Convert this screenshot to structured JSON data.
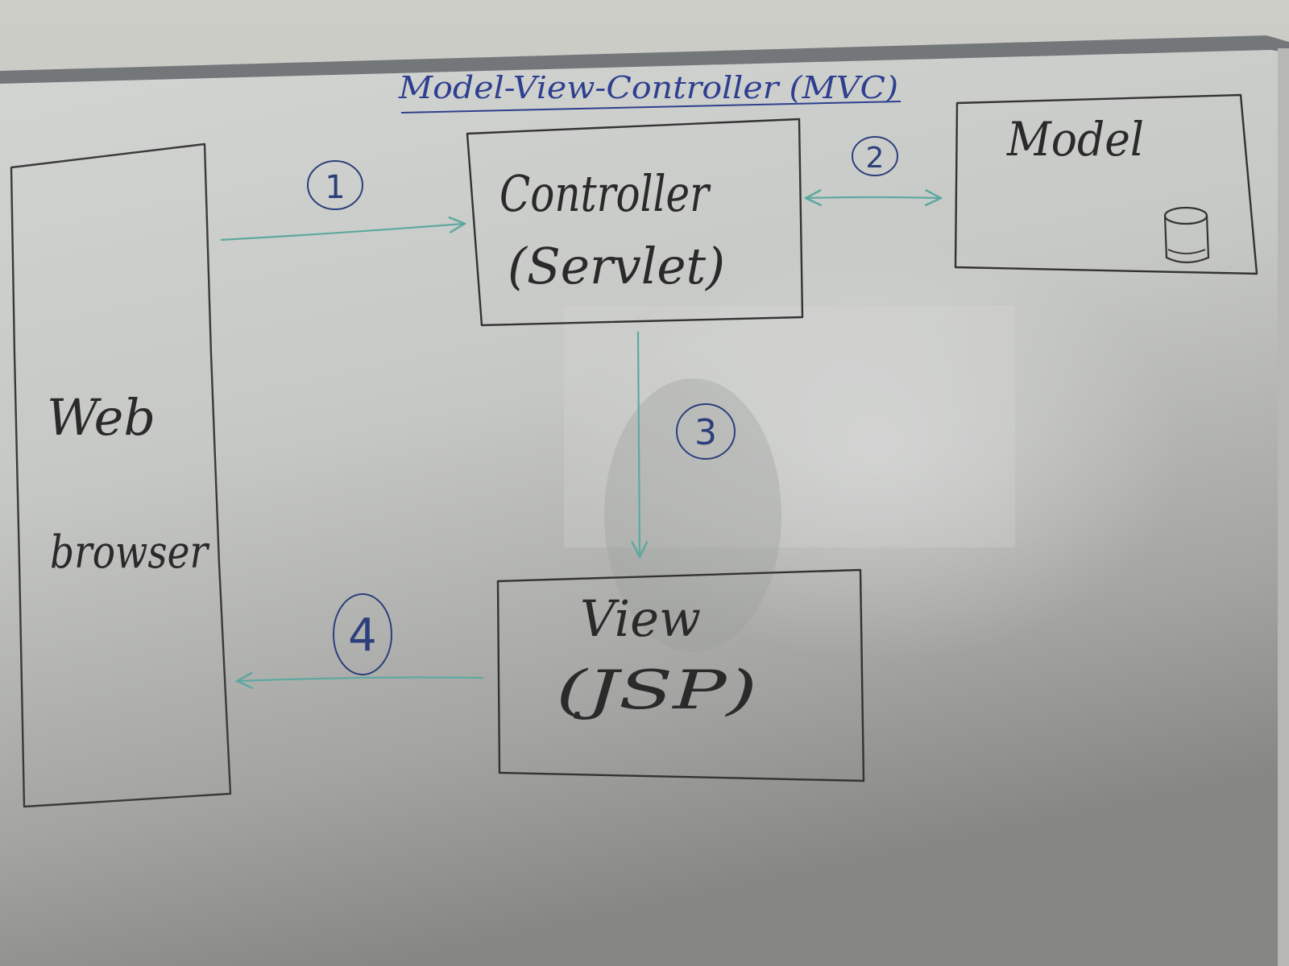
{
  "title": "Model-View-Controller (MVC)",
  "nodes": {
    "browser": {
      "line1": "Web",
      "line2": "browser"
    },
    "controller": {
      "line1": "Controller",
      "line2": "(Servlet)"
    },
    "model": {
      "label": "Model",
      "icon": "database-icon"
    },
    "view": {
      "line1": "View",
      "line2": "(JSP)"
    }
  },
  "steps": [
    "1",
    "2",
    "3",
    "4"
  ],
  "edges": [
    {
      "from": "browser",
      "to": "controller",
      "step": "1"
    },
    {
      "from": "controller",
      "to": "model",
      "step": "2",
      "bidirectional": true
    },
    {
      "from": "controller",
      "to": "view",
      "step": "3"
    },
    {
      "from": "view",
      "to": "browser",
      "step": "4"
    }
  ],
  "colors": {
    "ink": "#2a2a2a",
    "title": "#2f3f8f",
    "arrow": "#5fa8a0",
    "step": "#2d3f7a",
    "board": "#c9cbc8",
    "frame": "#6e716f"
  }
}
